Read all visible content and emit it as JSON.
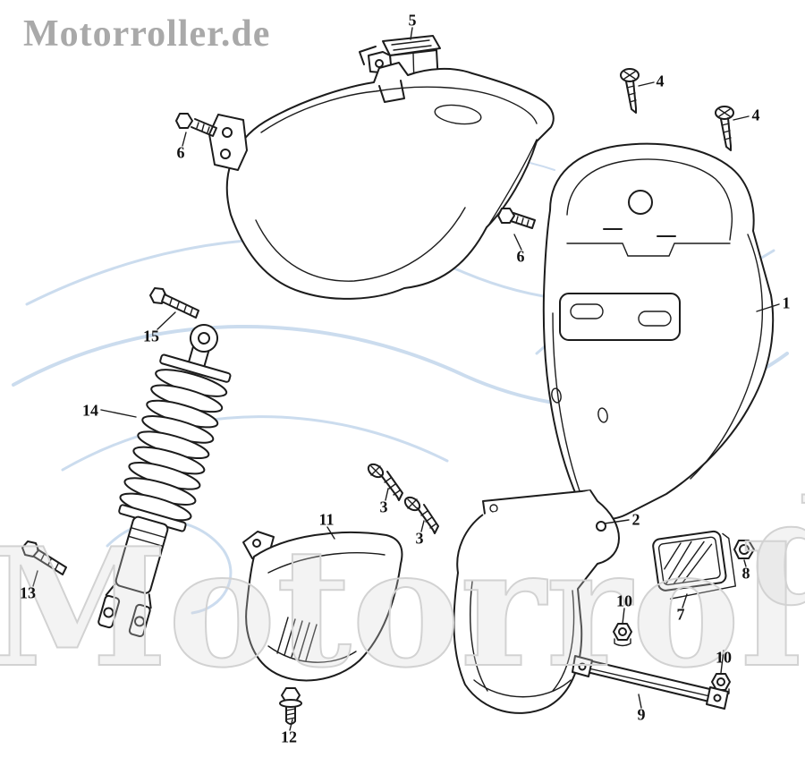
{
  "watermark": {
    "header": "Motorroller.de",
    "giant": "Motorroller",
    "fragment": "d"
  },
  "part_labels": [
    "5",
    "4",
    "4",
    "6",
    "6",
    "1",
    "15",
    "14",
    "3",
    "11",
    "3",
    "2",
    "8",
    "13",
    "10",
    "7",
    "10",
    "9",
    "12"
  ]
}
